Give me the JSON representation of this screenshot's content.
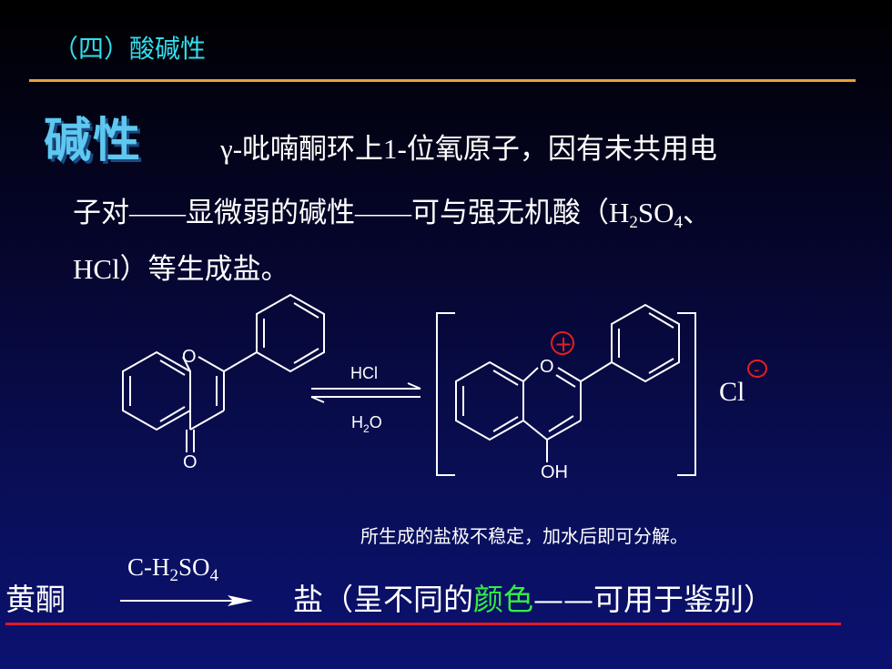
{
  "header": {
    "section_title": "（四）酸碱性"
  },
  "content": {
    "heading": "碱性",
    "line1": "γ-吡喃酮环上1-位氧原子，因有未共用电",
    "line2_a": "子对——显微弱的碱性——可与强无机酸（H",
    "line2_sub1": "2",
    "line2_b": "SO",
    "line2_sub2": "4",
    "line2_c": "、",
    "line3": "HCl）等生成盐。"
  },
  "reaction": {
    "reagent_forward": "HCl",
    "reagent_back_a": "H",
    "reagent_back_sub": "2",
    "reagent_back_b": "O",
    "atom_o": "O",
    "atom_o_carbonyl": "O",
    "atom_o_plus": "O",
    "atom_oh": "OH",
    "plus_sign": "+",
    "counter_ion": "Cl",
    "minus_sign": "-"
  },
  "note": "所生成的盐极不稳定，加水后即可分解。",
  "bottom": {
    "flavone": "黄酮",
    "reagent_a": "C-H",
    "reagent_sub1": "2",
    "reagent_b": "SO",
    "reagent_sub2": "4",
    "salt_a": "盐（呈不同的",
    "salt_color": "颜色",
    "salt_b": "——可用于鉴别）"
  },
  "colors": {
    "title": "#33ddee",
    "top_rule": "#e8a13a",
    "heading": "#5ec8f0",
    "highlight": "#33ee44",
    "bottom_rule": "#e0182a",
    "charge": "#e02020"
  }
}
